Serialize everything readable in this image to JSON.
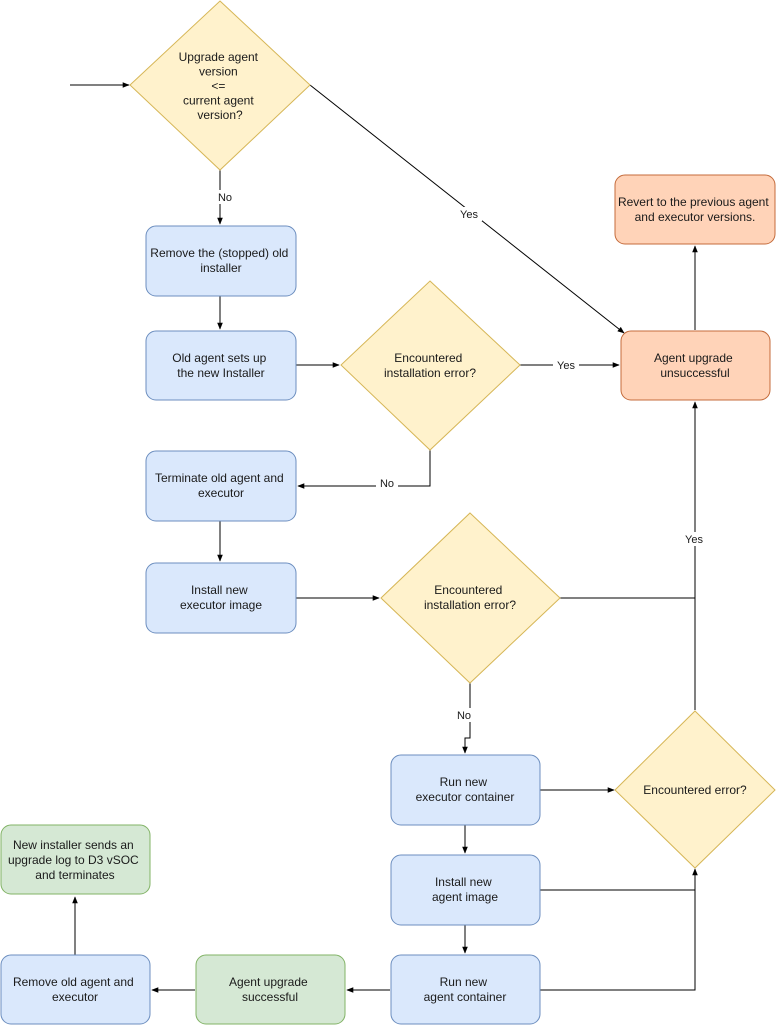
{
  "nodes": {
    "check_version": {
      "lines": [
        "Upgrade agent",
        "version",
        "<=",
        "current agent",
        "version?"
      ]
    },
    "remove_old_installer": {
      "lines": [
        "Remove the (stopped) old",
        "installer"
      ]
    },
    "old_agent_setup": {
      "lines": [
        "Old agent sets up",
        "the new Installer"
      ]
    },
    "install_error_1": {
      "lines": [
        "Encountered",
        "installation error?"
      ]
    },
    "terminate_old": {
      "lines": [
        "Terminate old agent and",
        "executor"
      ]
    },
    "install_executor_image": {
      "lines": [
        "Install new",
        "executor image"
      ]
    },
    "install_error_2": {
      "lines": [
        "Encountered",
        "installation error?"
      ]
    },
    "run_executor_container": {
      "lines": [
        "Run new",
        "executor container"
      ]
    },
    "encountered_error": {
      "lines": [
        "Encountered error?"
      ]
    },
    "install_agent_image": {
      "lines": [
        "Install new",
        "agent image"
      ]
    },
    "run_agent_container": {
      "lines": [
        "Run new",
        "agent container"
      ]
    },
    "upgrade_successful": {
      "lines": [
        "Agent upgrade",
        "successful"
      ]
    },
    "remove_old_agent": {
      "lines": [
        "Remove old agent and",
        "executor"
      ]
    },
    "installer_sends_log": {
      "lines": [
        "New installer sends an",
        "upgrade log to D3 vSOC",
        "and terminates"
      ]
    },
    "upgrade_unsuccessful": {
      "lines": [
        "Agent upgrade",
        "unsuccessful"
      ]
    },
    "revert_versions": {
      "lines": [
        "Revert to the previous agent",
        "and executor versions."
      ]
    }
  },
  "edge_labels": {
    "yes_version": "Yes",
    "no_version": "No",
    "yes_install_1": "Yes",
    "no_install_1": "No",
    "yes_errors": "Yes",
    "no_install_2": "No"
  },
  "colors": {
    "process_fill": "#dae8fc",
    "decision_fill": "#fff2cc",
    "failure_fill": "#ffd3b8",
    "success_fill": "#d5e8d4"
  }
}
